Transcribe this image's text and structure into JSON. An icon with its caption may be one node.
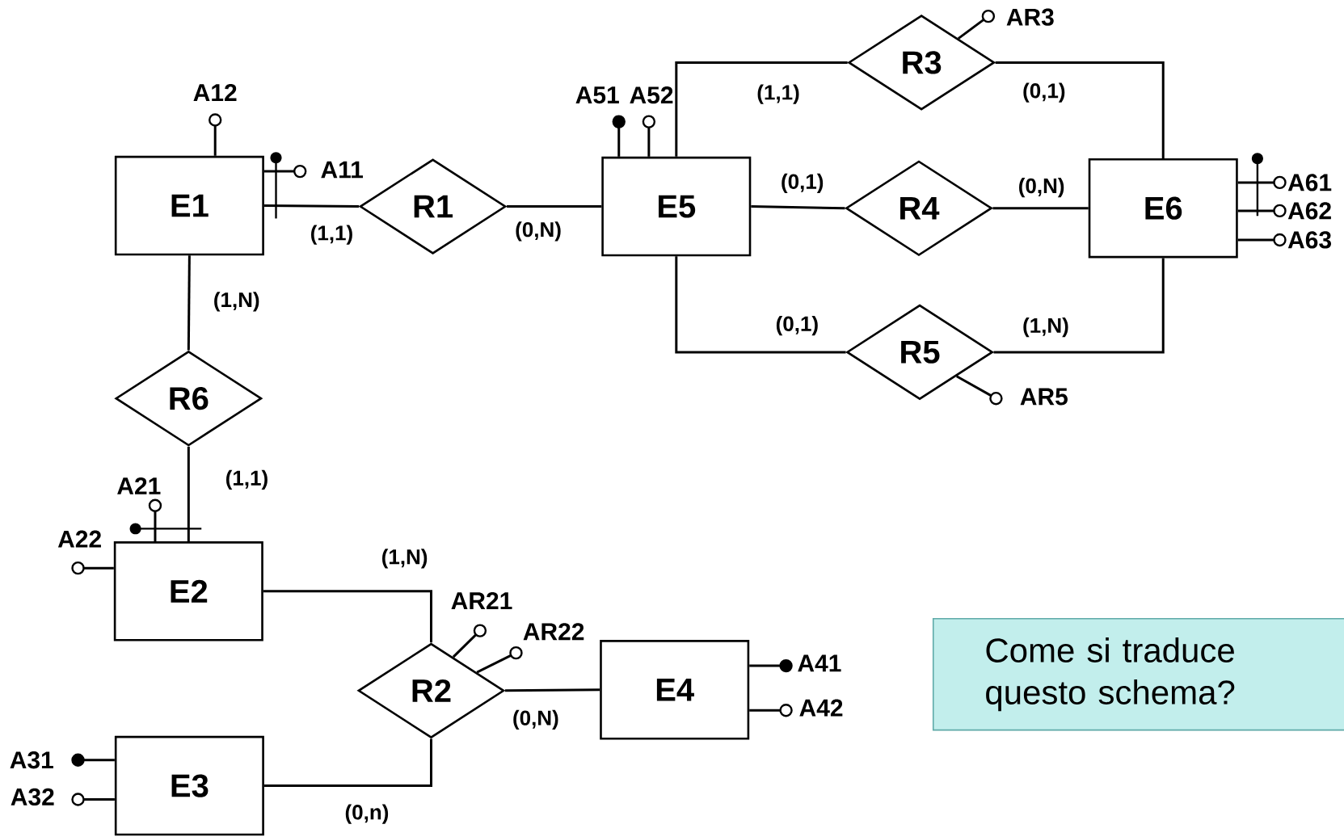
{
  "diagram": {
    "nodes": [
      {
        "text": [
          "E1"
        ]
      },
      {
        "text": [
          "R1"
        ]
      },
      {
        "text": [
          "E5"
        ]
      },
      {
        "text": [
          "R3"
        ]
      },
      {
        "text": [
          "R4"
        ]
      },
      {
        "text": [
          "R5"
        ]
      },
      {
        "text": [
          "E6"
        ]
      },
      {
        "text": [
          "R6"
        ]
      },
      {
        "text": [
          "E2"
        ]
      },
      {
        "text": [
          "R2"
        ]
      },
      {
        "text": [
          "E4"
        ]
      },
      {
        "text": [
          "E3"
        ]
      },
      {
        "text": [
          "Come si traduce questo schema?"
        ]
      },
      {
        "text": [
          "A12"
        ]
      },
      {
        "text": [
          "A11"
        ]
      },
      {
        "text": [
          "A51"
        ]
      },
      {
        "text": [
          "A52"
        ]
      },
      {
        "text": [
          "AR3"
        ]
      },
      {
        "text": [
          "A61"
        ]
      },
      {
        "text": [
          "A62"
        ]
      },
      {
        "text": [
          "A63"
        ]
      },
      {
        "text": [
          "AR5"
        ]
      },
      {
        "text": [
          "A21"
        ]
      },
      {
        "text": [
          "A22"
        ]
      },
      {
        "text": [
          "AR21"
        ]
      },
      {
        "text": [
          "AR22"
        ]
      },
      {
        "text": [
          "A41"
        ]
      },
      {
        "text": [
          "A42"
        ]
      },
      {
        "text": [
          "A31"
        ]
      },
      {
        "text": [
          "A32"
        ]
      }
    ],
    "edges": [
      {
        "from": 0,
        "to": 1,
        "arrow": "none",
        "label": "(1,1)"
      },
      {
        "from": 1,
        "to": 2,
        "arrow": "none",
        "label": "(0,N)"
      },
      {
        "from": 2,
        "to": 3,
        "arrow": "none",
        "label": "(1,1)"
      },
      {
        "from": 3,
        "to": 6,
        "arrow": "none",
        "label": "(0,1)"
      },
      {
        "from": 2,
        "to": 4,
        "arrow": "none",
        "label": "(0,1)"
      },
      {
        "from": 4,
        "to": 6,
        "arrow": "none",
        "label": "(0,N)"
      },
      {
        "from": 2,
        "to": 5,
        "arrow": "none",
        "label": "(0,1)"
      },
      {
        "from": 5,
        "to": 6,
        "arrow": "none",
        "label": "(1,N)"
      },
      {
        "from": 0,
        "to": 7,
        "arrow": "none",
        "label": "(1,N)"
      },
      {
        "from": 7,
        "to": 8,
        "arrow": "none",
        "label": "(1,1)"
      },
      {
        "from": 8,
        "to": 9,
        "arrow": "none",
        "label": "(1,N)"
      },
      {
        "from": 9,
        "to": 10,
        "arrow": "none",
        "label": "(0,N)"
      },
      {
        "from": 11,
        "to": 9,
        "arrow": "none",
        "label": "(0,n)"
      },
      {
        "from": 0,
        "to": 13,
        "arrow": "other"
      },
      {
        "from": 0,
        "to": 14,
        "arrow": "other"
      },
      {
        "from": 2,
        "to": 15,
        "arrow": "other"
      },
      {
        "from": 2,
        "to": 16,
        "arrow": "other"
      },
      {
        "from": 3,
        "to": 17,
        "arrow": "other"
      },
      {
        "from": 6,
        "to": 18,
        "arrow": "other"
      },
      {
        "from": 6,
        "to": 19,
        "arrow": "other"
      },
      {
        "from": 6,
        "to": 20,
        "arrow": "other"
      },
      {
        "from": 5,
        "to": 21,
        "arrow": "other"
      },
      {
        "from": 8,
        "to": 22,
        "arrow": "other"
      },
      {
        "from": 8,
        "to": 23,
        "arrow": "other"
      },
      {
        "from": 9,
        "to": 24,
        "arrow": "other"
      },
      {
        "from": 9,
        "to": 25,
        "arrow": "other"
      },
      {
        "from": 10,
        "to": 26,
        "arrow": "other"
      },
      {
        "from": 10,
        "to": 27,
        "arrow": "other"
      },
      {
        "from": 11,
        "to": 28,
        "arrow": "other"
      },
      {
        "from": 11,
        "to": 29,
        "arrow": "other"
      }
    ]
  }
}
